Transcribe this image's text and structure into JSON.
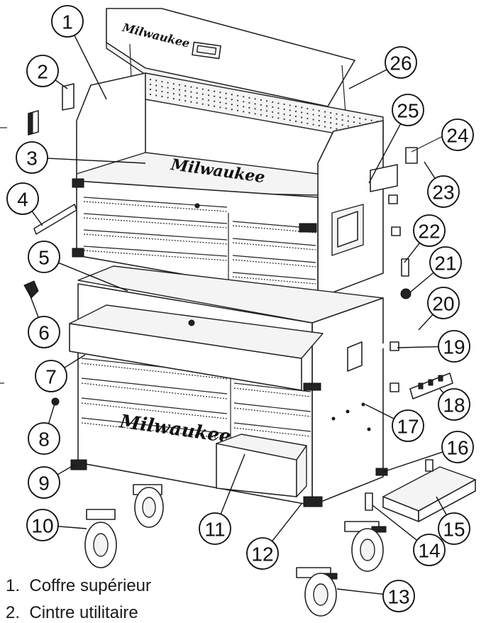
{
  "brand_mark": "Milwaukee",
  "callouts": [
    {
      "n": "1"
    },
    {
      "n": "2"
    },
    {
      "n": "3"
    },
    {
      "n": "4"
    },
    {
      "n": "5"
    },
    {
      "n": "6"
    },
    {
      "n": "7"
    },
    {
      "n": "8"
    },
    {
      "n": "9"
    },
    {
      "n": "10"
    },
    {
      "n": "11"
    },
    {
      "n": "12"
    },
    {
      "n": "13"
    },
    {
      "n": "14"
    },
    {
      "n": "15"
    },
    {
      "n": "16"
    },
    {
      "n": "17"
    },
    {
      "n": "18"
    },
    {
      "n": "19"
    },
    {
      "n": "20"
    },
    {
      "n": "21"
    },
    {
      "n": "22"
    },
    {
      "n": "23"
    },
    {
      "n": "24"
    },
    {
      "n": "25"
    },
    {
      "n": "26"
    }
  ],
  "legend": [
    {
      "num": "1.",
      "label": "Coffre supérieur"
    },
    {
      "num": "2.",
      "label": "Cintre utilitaire"
    }
  ]
}
